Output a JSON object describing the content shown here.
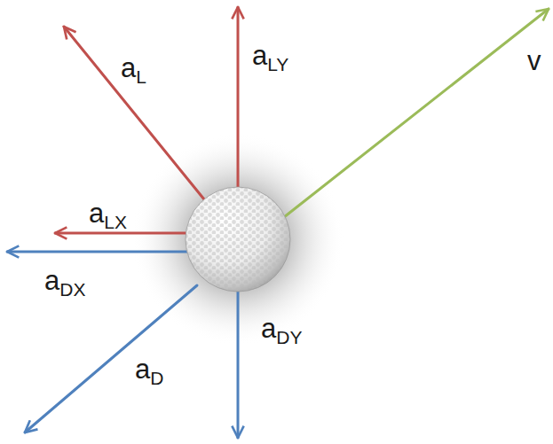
{
  "diagram": {
    "labels": [
      "aL",
      "aLY",
      "v",
      "aLX",
      "aDX",
      "aD",
      "aDY"
    ]
  }
}
